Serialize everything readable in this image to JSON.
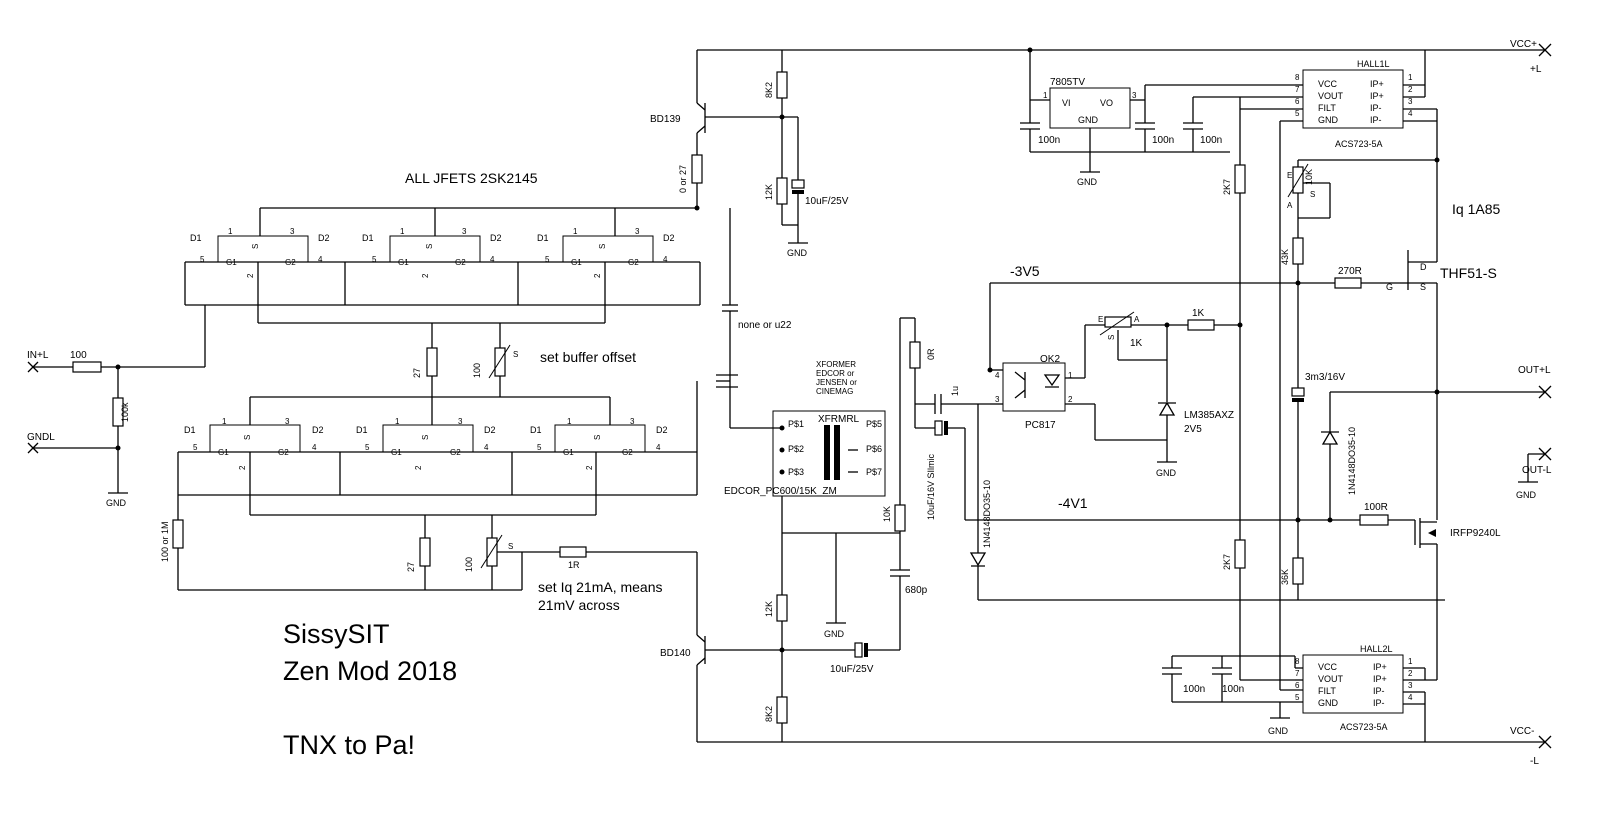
{
  "title": {
    "line1": "SissySIT",
    "line2": "Zen Mod 2018",
    "line3": "TNX to Pa!"
  },
  "notes": {
    "jfets": "ALL JFETS 2SK2145",
    "buffer_offset": "set buffer offset",
    "iq1": "set Iq 21mA, means",
    "iq2": "21mV across",
    "iq_total": "Iq 1A85",
    "neg3v5": "-3V5",
    "neg4v1": "-4V1",
    "xformer_note": [
      "XFORMER",
      "EDCOR or",
      "JENSEN or",
      "CINEMAG"
    ]
  },
  "ports": {
    "in": "IN+L",
    "gnd_in": "GNDL",
    "vcc_pos": "VCC+",
    "vcc_pos_sub": "+L",
    "vcc_neg": "VCC-",
    "vcc_neg_sub": "-L",
    "out_pos": "OUT+L",
    "out_neg": "OUT-L"
  },
  "parts": {
    "r_in": "100",
    "r_100k": "100k",
    "gnd": "GND",
    "r_27a": "27",
    "r_27b": "27",
    "pot_offset": "100",
    "pot_iq": "100",
    "r_1r": "1R",
    "r_100_1m": "100 or 1M",
    "bd139": "BD139",
    "bd140": "BD140",
    "r_0_27": "0 or 27",
    "r_8k2_top": "8K2",
    "r_12k_top": "12K",
    "c_10u_top": "10uF/25V",
    "c_none": "none or u22",
    "r_12k_bot": "12K",
    "r_8k2_bot": "8K2",
    "c_10u_bot": "10uF/25V",
    "xfmr_name": "XFRMRL",
    "xfmr_value": "EDCOR_PC600/15K_ZM",
    "pins_left": [
      "P$1",
      "P$2",
      "P$3"
    ],
    "pins_right": [
      "P$5",
      "P$6",
      "P$7"
    ],
    "r_0r": "0R",
    "r_10k": "10K",
    "c_680p": "680p",
    "c_silmic": "10uF/16V SIlmic",
    "c_1u": "1u",
    "ok2": "OK2",
    "pc817": "PC817",
    "lm385": "LM385AXZ",
    "lm385_v": "2V5",
    "r_1k_a": "1K",
    "pot_1k": "1K",
    "d_left": "1N4148DO35-10",
    "d_right": "1N4148DO35-10",
    "reg": "7805TV",
    "reg_pins": [
      "VI",
      "VO",
      "GND"
    ],
    "c_100n": "100n",
    "hall1": "HALL1L",
    "hall2": "HALL2L",
    "acs": "ACS723-5A",
    "acs_left": [
      "VCC",
      "VOUT",
      "FILT",
      "GND"
    ],
    "acs_right": [
      "IP+",
      "IP+",
      "IP-",
      "IP-"
    ],
    "r_2k7": "2K7",
    "pot_10k": "10K",
    "r_43k": "43K",
    "r_270r": "270R",
    "thf51": "THF51-S",
    "c_3m3": "3m3/16V",
    "r_100r": "100R",
    "irfp": "IRFP9240L",
    "r_36k": "36K"
  },
  "jfet_labels": {
    "d1": "D1",
    "d2": "D2",
    "g1": "G1",
    "g2": "G2",
    "s": "S"
  }
}
